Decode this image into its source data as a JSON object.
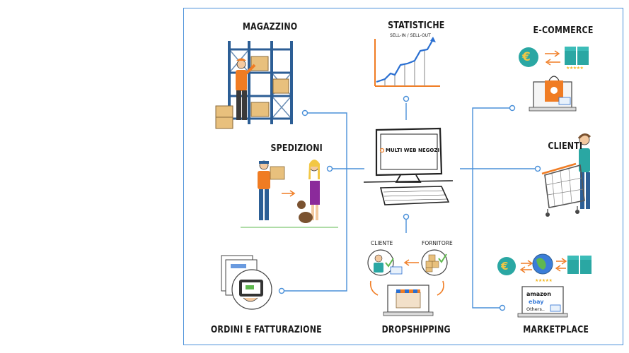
{
  "nodes": {
    "magazzino": "MAGAZZINO",
    "statistiche": "STATISTICHE",
    "statistiche_sub": "SELL-IN / SELL-OUT",
    "ecommerce": "E-COMMERCE",
    "spedizioni": "SPEDIZIONI",
    "clienti": "CLIENTI",
    "ordini": "ORDINI E FATTURAZIONE",
    "dropshipping": "DROPSHIPPING",
    "marketplace": "MARKETPLACE"
  },
  "dropship": {
    "cliente": "CLIENTE",
    "fornitore": "FORNITORE"
  },
  "monitor_logo": "MULTI WEB NEGOZI",
  "marketplace_brands": {
    "amazon": "amazon",
    "ebay": "ebay",
    "others": "Others.."
  },
  "currency_symbol": "€",
  "rating": "★★★★★",
  "colors": {
    "frame": "#4a90d9",
    "accent_orange": "#f07c23",
    "teal": "#2aa7a3",
    "steel_blue": "#2c5e95"
  }
}
